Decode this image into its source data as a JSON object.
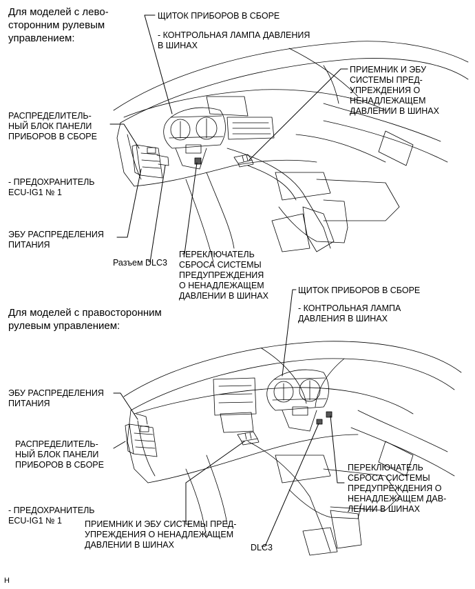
{
  "lhd": {
    "heading": "Для моделей с лево-\nсторонним рулевым\nуправлением:",
    "combination_meter": "ЩИТОК ПРИБОРОВ В СБОРЕ",
    "tire_pressure_lamp": "- КОНТРОЛЬНАЯ ЛАМПА ДАВЛЕНИЯ\nВ ШИНАХ",
    "receiver_ecu": "ПРИЕМНИК И ЭБУ\nСИСТЕМЫ ПРЕД-\nУПРЕЖДЕНИЯ О\nНЕНАДЛЕЖАЩЕМ\nДАВЛЕНИИ В ШИНАХ",
    "junction_block": "РАСПРЕДЕЛИТЕЛЬ-\nНЫЙ БЛОК ПАНЕЛИ\nПРИБОРОВ В СБОРЕ",
    "fuse": "- ПРЕДОХРАНИТЕЛЬ\nECU-IG1 № 1",
    "power_ecu": "ЭБУ РАСПРЕДЕЛЕНИЯ\nПИТАНИЯ",
    "dlc3": "Разъем DLC3",
    "reset_switch": "ПЕРЕКЛЮЧАТЕЛЬ\nСБРОСА СИСТЕМЫ\nПРЕДУПРЕЖДЕНИЯ\nО НЕНАДЛЕЖАЩЕМ\nДАВЛЕНИИ В ШИНАХ"
  },
  "rhd": {
    "heading": "Для моделей с правосторонним\nрулевым управлением:",
    "combination_meter": "ЩИТОК ПРИБОРОВ В СБОРЕ",
    "tire_pressure_lamp": "- КОНТРОЛЬНАЯ ЛАМПА\nДАВЛЕНИЯ В ШИНАХ",
    "power_ecu": "ЭБУ РАСПРЕДЕЛЕНИЯ\nПИТАНИЯ",
    "junction_block": "РАСПРЕДЕЛИТЕЛЬ-\nНЫЙ БЛОК ПАНЕЛИ\nПРИБОРОВ В СБОРЕ",
    "reset_switch": "ПЕРЕКЛЮЧАТЕЛЬ\nСБРОСА СИСТЕМЫ\nПРЕДУПРЕЖДЕНИЯ О\nНЕНАДЛЕЖАЩЕМ ДАВ-\nЛЕНИИ В ШИНАХ",
    "fuse": "- ПРЕДОХРАНИТЕЛЬ\nECU-IG1 № 1",
    "receiver_ecu": "ПРИЕМНИК И ЭБУ СИСТЕМЫ ПРЕД-\nУПРЕЖДЕНИЯ О НЕНАДЛЕЖАЩЕМ\nДАВЛЕНИИ В ШИНАХ",
    "dlc3": "DLC3"
  },
  "footer": "H"
}
